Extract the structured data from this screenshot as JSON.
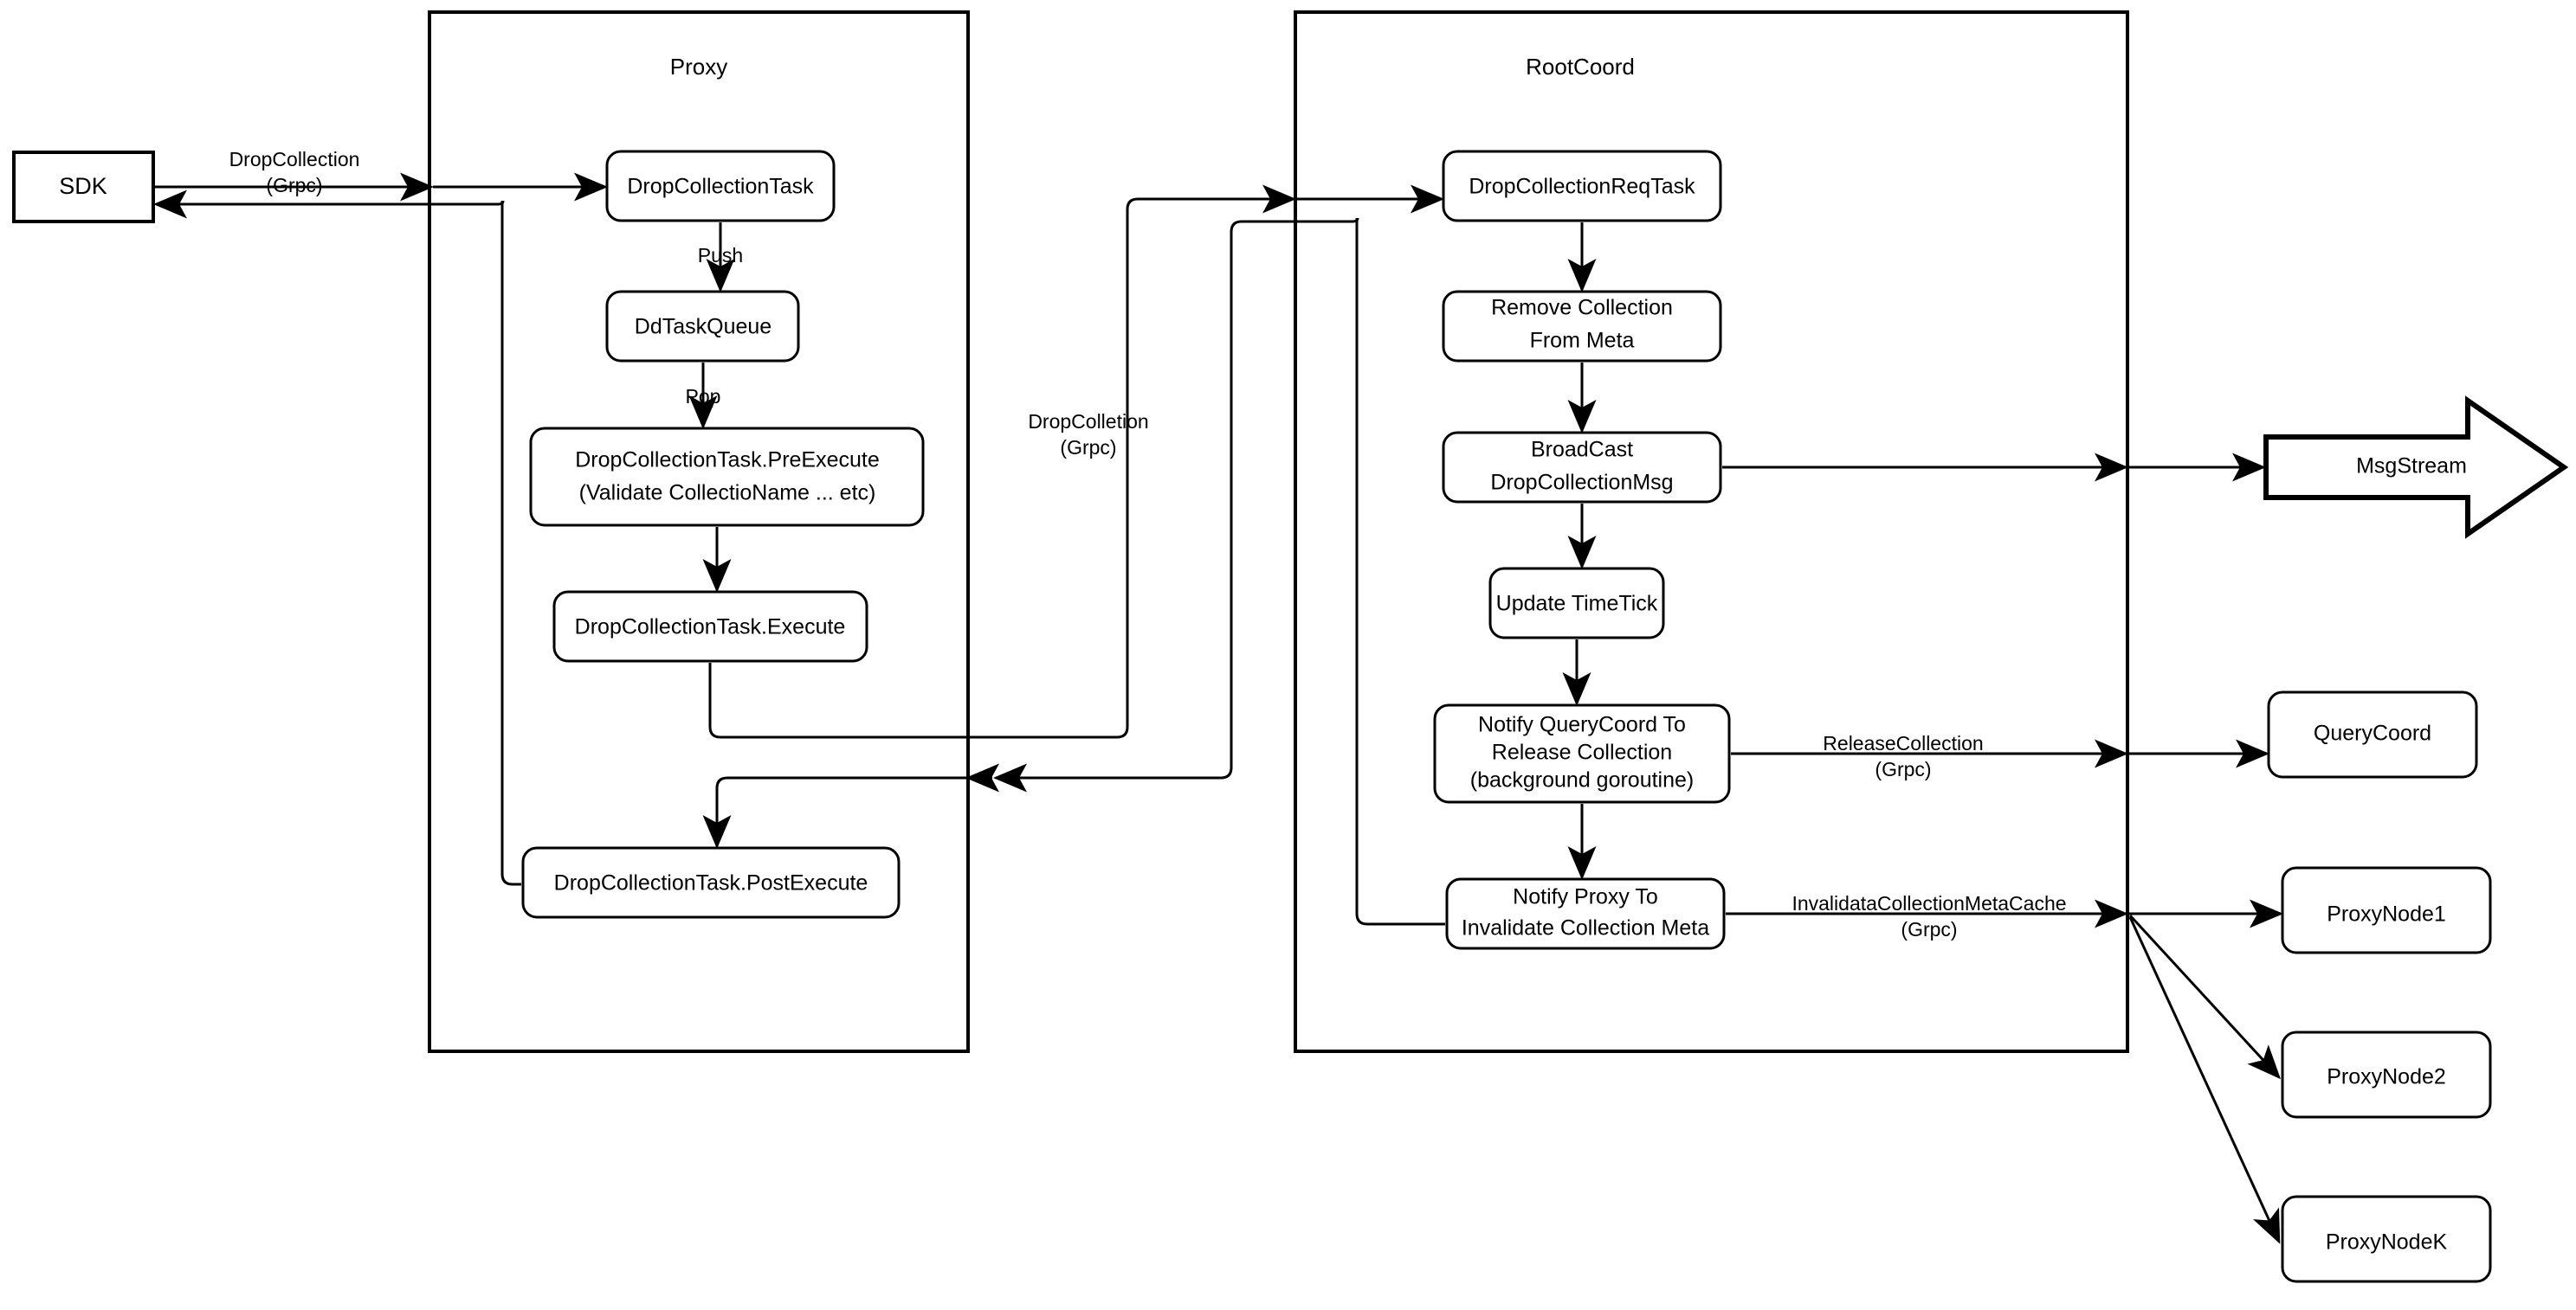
{
  "diagram": {
    "title_sdk": "SDK",
    "containers": [
      {
        "id": "proxy",
        "label": "Proxy"
      },
      {
        "id": "rootcoord",
        "label": "RootCoord"
      }
    ],
    "proxy_nodes": [
      {
        "id": "drop-collection-task",
        "label": "DropCollectionTask"
      },
      {
        "id": "dd-task-queue",
        "label": "DdTaskQueue"
      },
      {
        "id": "pre-execute-line1",
        "label": "DropCollectionTask.PreExecute"
      },
      {
        "id": "pre-execute-line2",
        "label": "(Validate CollectioName ... etc)"
      },
      {
        "id": "execute",
        "label": "DropCollectionTask.Execute"
      },
      {
        "id": "post-execute",
        "label": "DropCollectionTask.PostExecute"
      }
    ],
    "rootcoord_nodes": [
      {
        "id": "drop-collection-req-task",
        "label": "DropCollectionReqTask"
      },
      {
        "id": "remove-collection-line1",
        "label": "Remove Collection"
      },
      {
        "id": "remove-collection-line2",
        "label": "From Meta"
      },
      {
        "id": "broadcast-line1",
        "label": "BroadCast"
      },
      {
        "id": "broadcast-line2",
        "label": "DropCollectionMsg"
      },
      {
        "id": "update-timetick",
        "label": "Update TimeTick"
      },
      {
        "id": "notify-querycoord-line1",
        "label": "Notify QueryCoord To"
      },
      {
        "id": "notify-querycoord-line2",
        "label": "Release Collection"
      },
      {
        "id": "notify-querycoord-line3",
        "label": "(background goroutine)"
      },
      {
        "id": "notify-proxy-line1",
        "label": "Notify Proxy To"
      },
      {
        "id": "notify-proxy-line2",
        "label": "Invalidate Collection Meta"
      }
    ],
    "external_nodes": [
      {
        "id": "msgstream",
        "label": "MsgStream"
      },
      {
        "id": "querycoord",
        "label": "QueryCoord"
      },
      {
        "id": "proxynode1",
        "label": "ProxyNode1"
      },
      {
        "id": "proxynode2",
        "label": "ProxyNode2"
      },
      {
        "id": "proxynodek",
        "label": "ProxyNodeK"
      }
    ],
    "edge_labels": [
      {
        "id": "sdk-to-proxy-line1",
        "label": "DropCollection"
      },
      {
        "id": "sdk-to-proxy-line2",
        "label": "(Grpc)"
      },
      {
        "id": "push",
        "label": "Push"
      },
      {
        "id": "pop",
        "label": "Pop"
      },
      {
        "id": "proxy-to-rootcoord-line1",
        "label": "DropColletion"
      },
      {
        "id": "proxy-to-rootcoord-line2",
        "label": "(Grpc)"
      },
      {
        "id": "release-collection-line1",
        "label": "ReleaseCollection"
      },
      {
        "id": "release-collection-line2",
        "label": "(Grpc)"
      },
      {
        "id": "invalidate-cache-line1",
        "label": "InvalidataCollectionMetaCache"
      },
      {
        "id": "invalidate-cache-line2",
        "label": "(Grpc)"
      }
    ],
    "colors": {
      "stroke": "#000000",
      "fill": "#ffffff"
    }
  }
}
